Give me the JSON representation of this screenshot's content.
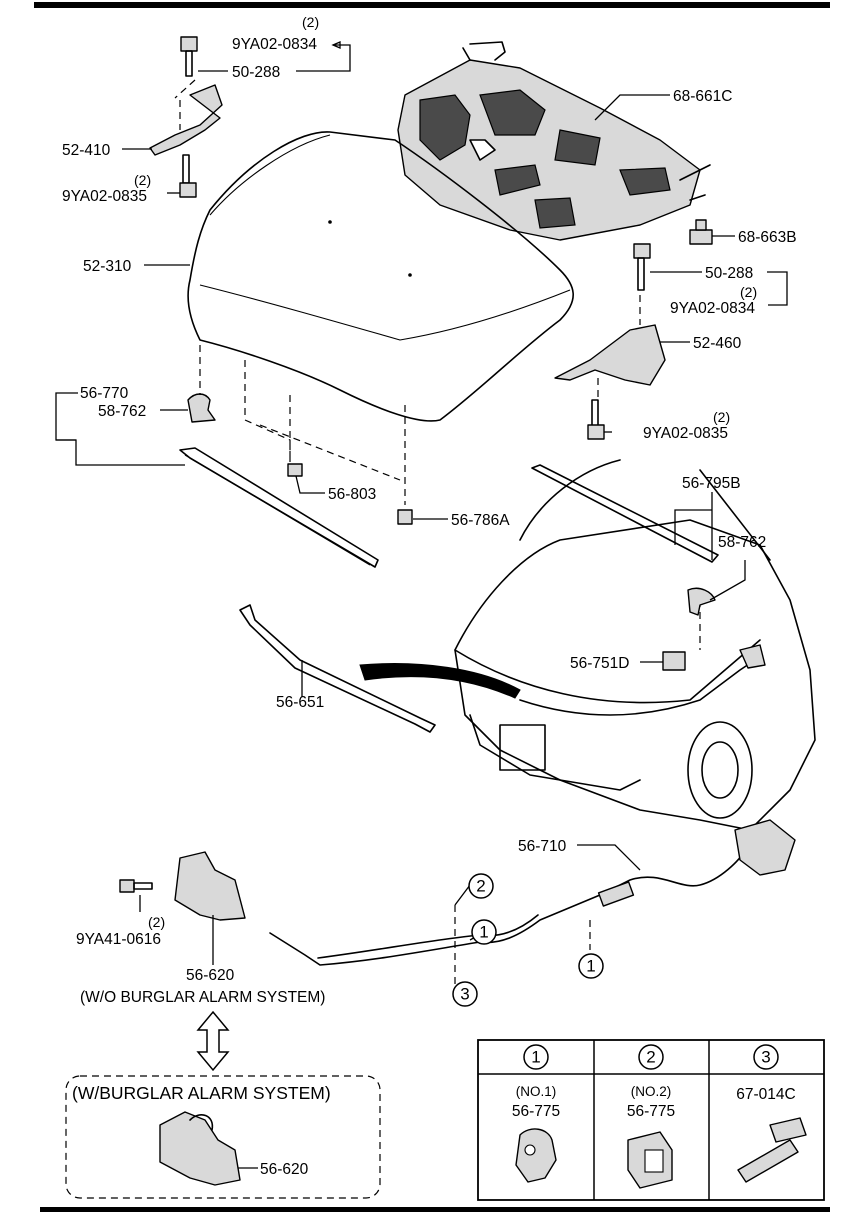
{
  "labels": {
    "p_9ya02_0834_top": "9YA02-0834",
    "q_9ya02_0834_top": "(2)",
    "p_50_288_top": "50-288",
    "p_52_410": "52-410",
    "p_9ya02_0835_left": "9YA02-0835",
    "q_9ya02_0835_left": "(2)",
    "p_68_661c": "68-661C",
    "p_68_663b": "68-663B",
    "p_52_310": "52-310",
    "p_50_288_right": "50-288",
    "q_9ya02_0834_right": "(2)",
    "p_9ya02_0834_right": "9YA02-0834",
    "p_52_460": "52-460",
    "p_56_770": "56-770",
    "p_58_762_left": "58-762",
    "p_9ya02_0835_right": "9YA02-0835",
    "q_9ya02_0835_right": "(2)",
    "p_56_803": "56-803",
    "p_56_786a": "56-786A",
    "p_56_795b": "56-795B",
    "p_58_762_right": "58-762",
    "p_56_751d": "56-751D",
    "p_56_651": "56-651",
    "p_56_710": "56-710",
    "p_9ya41_0616": "9YA41-0616",
    "q_9ya41_0616": "(2)",
    "p_56_620": "56-620",
    "p_56_620_note": "(W/O BURGLAR ALARM SYSTEM)",
    "burglar_title": "(W/BURGLAR ALARM SYSTEM)",
    "p_56_620_burglar": "56-620"
  },
  "callouts": {
    "c1a": "1",
    "c1b": "1",
    "c2": "2",
    "c3": "3"
  },
  "legend": {
    "col1": {
      "num": "1",
      "sub": "(NO.1)",
      "part": "56-775"
    },
    "col2": {
      "num": "2",
      "sub": "(NO.2)",
      "part": "56-775"
    },
    "col3": {
      "num": "3",
      "part": "67-014C"
    }
  }
}
